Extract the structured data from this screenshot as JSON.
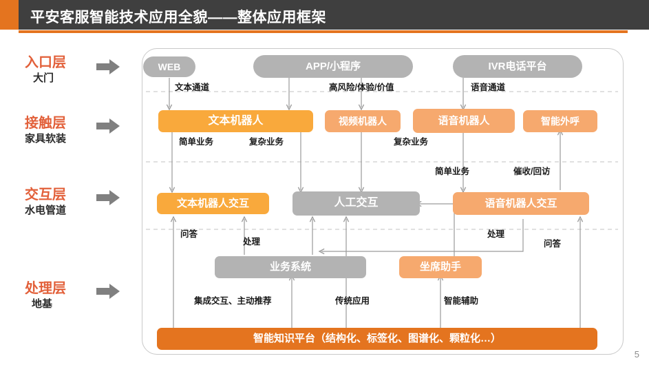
{
  "header": {
    "title": "平安客服智能技术应用全貌——整体应用框架",
    "accent_color": "#e4741f",
    "bar_color": "#3f3f3f"
  },
  "page_number": "5",
  "layers": [
    {
      "title": "入口层",
      "sub": "大门",
      "arrow": "right-arrow-icon"
    },
    {
      "title": "接触层",
      "sub": "家具软装",
      "arrow": "right-arrow-icon"
    },
    {
      "title": "交互层",
      "sub": "水电管道",
      "arrow": "right-arrow-icon"
    },
    {
      "title": "处理层",
      "sub": "地基",
      "arrow": "right-arrow-icon"
    }
  ],
  "entry_nodes": [
    {
      "label": "WEB",
      "color": "#b3b3b3"
    },
    {
      "label": "APP/小程序",
      "color": "#b3b3b3"
    },
    {
      "label": "IVR电话平台",
      "color": "#b3b3b3"
    }
  ],
  "contact_nodes": [
    {
      "label": "文本机器人",
      "color": "#f9a93c"
    },
    {
      "label": "视频机器人",
      "color": "#f6a96e"
    },
    {
      "label": "语音机器人",
      "color": "#f6a96e"
    },
    {
      "label": "智能外呼",
      "color": "#f6a96e"
    }
  ],
  "interaction_nodes": [
    {
      "label": "文本机器人交互",
      "color": "#f9a93c"
    },
    {
      "label": "人工交互",
      "color": "#b3b3b3"
    },
    {
      "label": "语音机器人交互",
      "color": "#f6a96e"
    }
  ],
  "process_nodes": [
    {
      "label": "业务系统",
      "color": "#b3b3b3"
    },
    {
      "label": "坐席助手",
      "color": "#f6a96e"
    }
  ],
  "foundation": {
    "label": "智能知识平台（结构化、标签化、图谱化、颗粒化…）",
    "color": "#e4741f"
  },
  "connector_labels": {
    "text_channel": "文本通道",
    "high_risk": "高风险/体验/价值",
    "voice_channel": "语音通道",
    "simple_business_1": "简单业务",
    "complex_business_1": "复杂业务",
    "complex_business_2": "复杂业务",
    "simple_business_2": "简单业务",
    "collection_revisit": "催收/回访",
    "qa_left": "问答",
    "handle_left": "处理",
    "handle_right": "处理",
    "qa_right": "问答",
    "integration": "集成交互、主动推荐",
    "traditional": "传统应用",
    "smart_assist": "智能辅助"
  }
}
